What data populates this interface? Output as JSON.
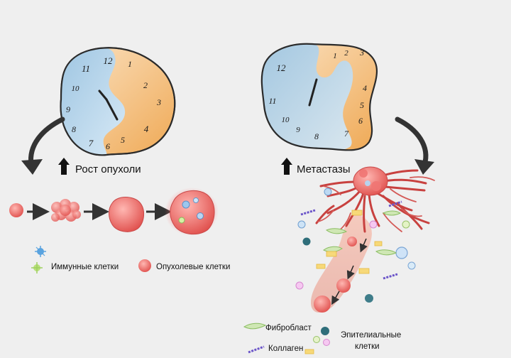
{
  "labels": {
    "tumor_growth": "Рост опухоли",
    "metastasis": "Метастазы",
    "immune_cells": "Иммунные клетки",
    "tumor_cells": "Опухолевые клетки",
    "fibroblast": "Фибробласт",
    "collagen": "Коллаген",
    "epithelial_1": "Эпителиальные",
    "epithelial_2": "клетки"
  },
  "clock_left": {
    "numbers": [
      "11",
      "12",
      "1",
      "2",
      "3",
      "4",
      "5",
      "6",
      "7",
      "8",
      "9",
      "10"
    ]
  },
  "clock_right": {
    "numbers": [
      "12",
      "1",
      "2",
      "3",
      "4",
      "5",
      "6",
      "7",
      "8",
      "9",
      "10",
      "11"
    ]
  },
  "colors": {
    "background": "#efefef",
    "clock_blue": "#a9cde6",
    "clock_orange": "#f1b566",
    "tumor_red": "#e85a5a",
    "arrow_dark": "#333333"
  }
}
